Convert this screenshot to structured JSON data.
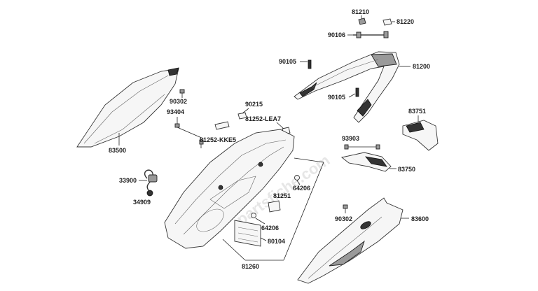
{
  "diagram": {
    "watermark": "partsfiche.com",
    "part_numbers": [
      "81210",
      "81220",
      "90106",
      "90105",
      "81200",
      "90215",
      "90302",
      "93404",
      "81252-LEA7",
      "81252-KKE5",
      "90105",
      "83751",
      "93903",
      "83750",
      "83500",
      "33900",
      "34909",
      "64206",
      "81251",
      "64206",
      "80104",
      "81260",
      "90302",
      "83600"
    ]
  }
}
